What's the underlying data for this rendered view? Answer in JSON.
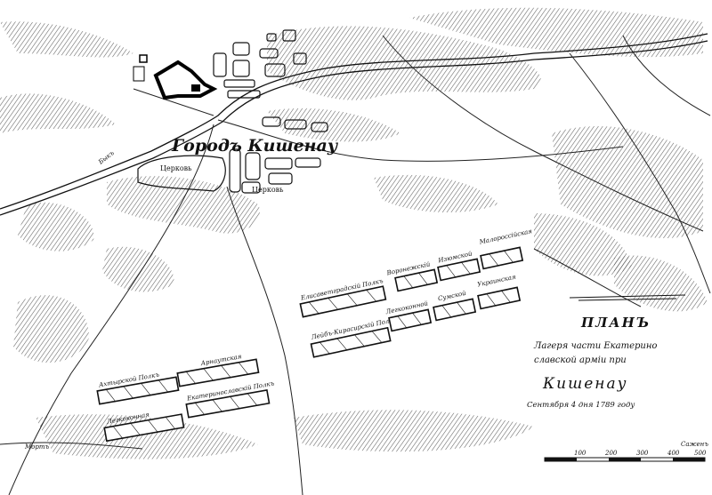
{
  "map": {
    "town_label": "Городъ Кишенау",
    "river_label": "Быкъ",
    "churches": [
      "Церковь",
      "Церковь"
    ],
    "camps_left_top": [
      "Ахтырской Полкъ",
      "Арнаутская"
    ],
    "camps_left_bottom": [
      "Легкоконная",
      "Екатеринославскiй Полкъ"
    ],
    "camps_right_top": [
      "Елисаветградскiй Полкъ",
      "Воронежскiй",
      "Изюмской",
      "Малороссiйская"
    ],
    "camps_right_bottom": [
      "Лейбъ-Кирасирскiй Полкъ",
      "Легкоконной",
      "Сумской",
      "Украинская"
    ],
    "bottom_left_note": "Мортъ",
    "scale_label": "Саженъ",
    "scale_ticks": [
      "100",
      "200",
      "300",
      "400",
      "500"
    ]
  },
  "legend": {
    "heading": "ПЛАНЪ",
    "line1": "Лагеря части Екатерино",
    "line2": "славской армiи при",
    "place": "Кишенау",
    "date_line": "Сентября 4 дня 1789 году"
  }
}
